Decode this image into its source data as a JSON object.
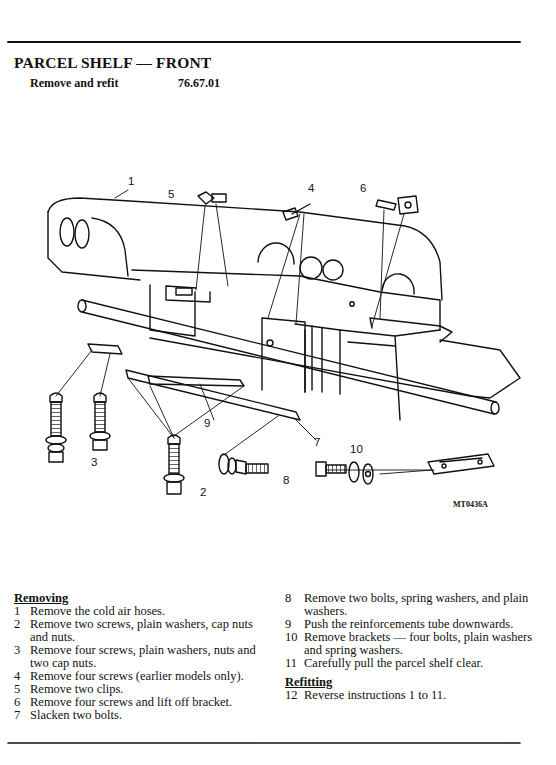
{
  "diagram": {
    "title": "PARCEL SHELF — FRONT",
    "labels": [
      "Remove and refit",
      "76.67.01",
      "1",
      "5",
      "4",
      "6",
      "9",
      "7",
      "10",
      "3",
      "2",
      "8",
      "MT0436A",
      "Removing",
      "1",
      "Remove the cold air hoses.",
      "2",
      "Remove two screws, plain washers, cap nuts and nuts.",
      "3",
      "Remove four screws, plain washers, nuts and two cap nuts.",
      "4",
      "Remove four screws (earlier models only).",
      "5",
      "Remove two clips.",
      "6",
      "Remove four screws and lift off bracket.",
      "7",
      "Slacken two bolts.",
      "8",
      "Remove two bolts, spring washers, and plain washers.",
      "9",
      "Push the reinforcements tube downwards.",
      "10",
      "Remove brackets — four bolts, plain washers and spring washers.",
      "11",
      "Carefully pull the parcel shelf clear.",
      "Refitting",
      "12",
      "Reverse instructions 1 to 11."
    ]
  }
}
